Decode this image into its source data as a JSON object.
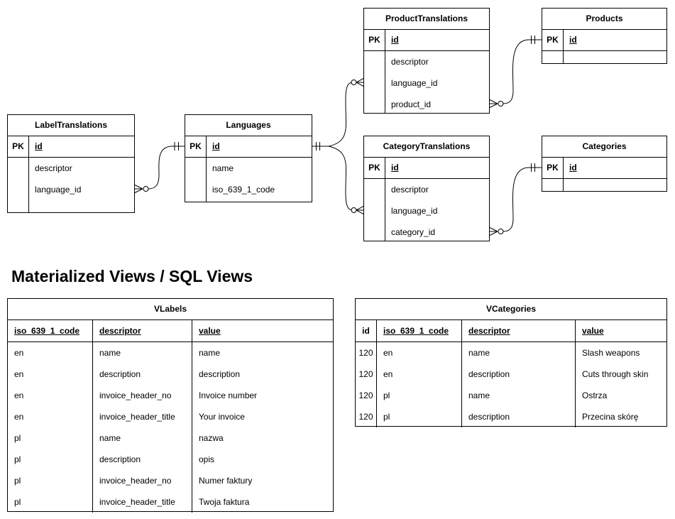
{
  "colors": {
    "line": "#000000",
    "background": "#ffffff",
    "text": "#000000"
  },
  "diagram": {
    "entities": [
      {
        "name": "LabelTranslations",
        "pk_label": "PK",
        "pk_field": "id",
        "fields": [
          "descriptor",
          "language_id"
        ]
      },
      {
        "name": "Languages",
        "pk_label": "PK",
        "pk_field": "id",
        "fields": [
          "name",
          "iso_639_1_code"
        ]
      },
      {
        "name": "ProductTranslations",
        "pk_label": "PK",
        "pk_field": "id",
        "fields": [
          "descriptor",
          "language_id",
          "product_id"
        ]
      },
      {
        "name": "Products",
        "pk_label": "PK",
        "pk_field": "id",
        "fields": []
      },
      {
        "name": "CategoryTranslations",
        "pk_label": "PK",
        "pk_field": "id",
        "fields": [
          "descriptor",
          "language_id",
          "category_id"
        ]
      },
      {
        "name": "Categories",
        "pk_label": "PK",
        "pk_field": "id",
        "fields": []
      }
    ],
    "relationships": [
      {
        "from": "LabelTranslations.language_id",
        "to": "Languages.id",
        "from_cardinality": "zero-or-many",
        "to_cardinality": "exactly-one"
      },
      {
        "from": "ProductTranslations.language_id",
        "to": "Languages.id",
        "from_cardinality": "zero-or-many",
        "to_cardinality": "exactly-one"
      },
      {
        "from": "CategoryTranslations.language_id",
        "to": "Languages.id",
        "from_cardinality": "zero-or-many",
        "to_cardinality": "exactly-one"
      },
      {
        "from": "ProductTranslations.product_id",
        "to": "Products.id",
        "from_cardinality": "zero-or-many",
        "to_cardinality": "exactly-one"
      },
      {
        "from": "CategoryTranslations.category_id",
        "to": "Categories.id",
        "from_cardinality": "zero-or-many",
        "to_cardinality": "exactly-one"
      }
    ]
  },
  "section": {
    "title": "Materialized Views / SQL Views"
  },
  "views": {
    "vlabels": {
      "title": "VLabels",
      "columns": [
        "iso_639_1_code",
        "descriptor",
        "value"
      ],
      "rows": [
        [
          "en",
          "name",
          "name"
        ],
        [
          "en",
          "description",
          "description"
        ],
        [
          "en",
          "invoice_header_no",
          "Invoice number"
        ],
        [
          "en",
          "invoice_header_title",
          "Your invoice"
        ],
        [
          "pl",
          "name",
          "nazwa"
        ],
        [
          "pl",
          "description",
          "opis"
        ],
        [
          "pl",
          "invoice_header_no",
          "Numer faktury"
        ],
        [
          "pl",
          "invoice_header_title",
          "Twoja faktura"
        ]
      ]
    },
    "vcategories": {
      "title": "VCategories",
      "columns": [
        "id",
        "iso_639_1_code",
        "descriptor",
        "value"
      ],
      "rows": [
        [
          "120",
          "en",
          "name",
          "Slash weapons"
        ],
        [
          "120",
          "en",
          "description",
          "Cuts through skin"
        ],
        [
          "120",
          "pl",
          "name",
          "Ostrza"
        ],
        [
          "120",
          "pl",
          "description",
          "Przecina skórę"
        ]
      ]
    }
  }
}
